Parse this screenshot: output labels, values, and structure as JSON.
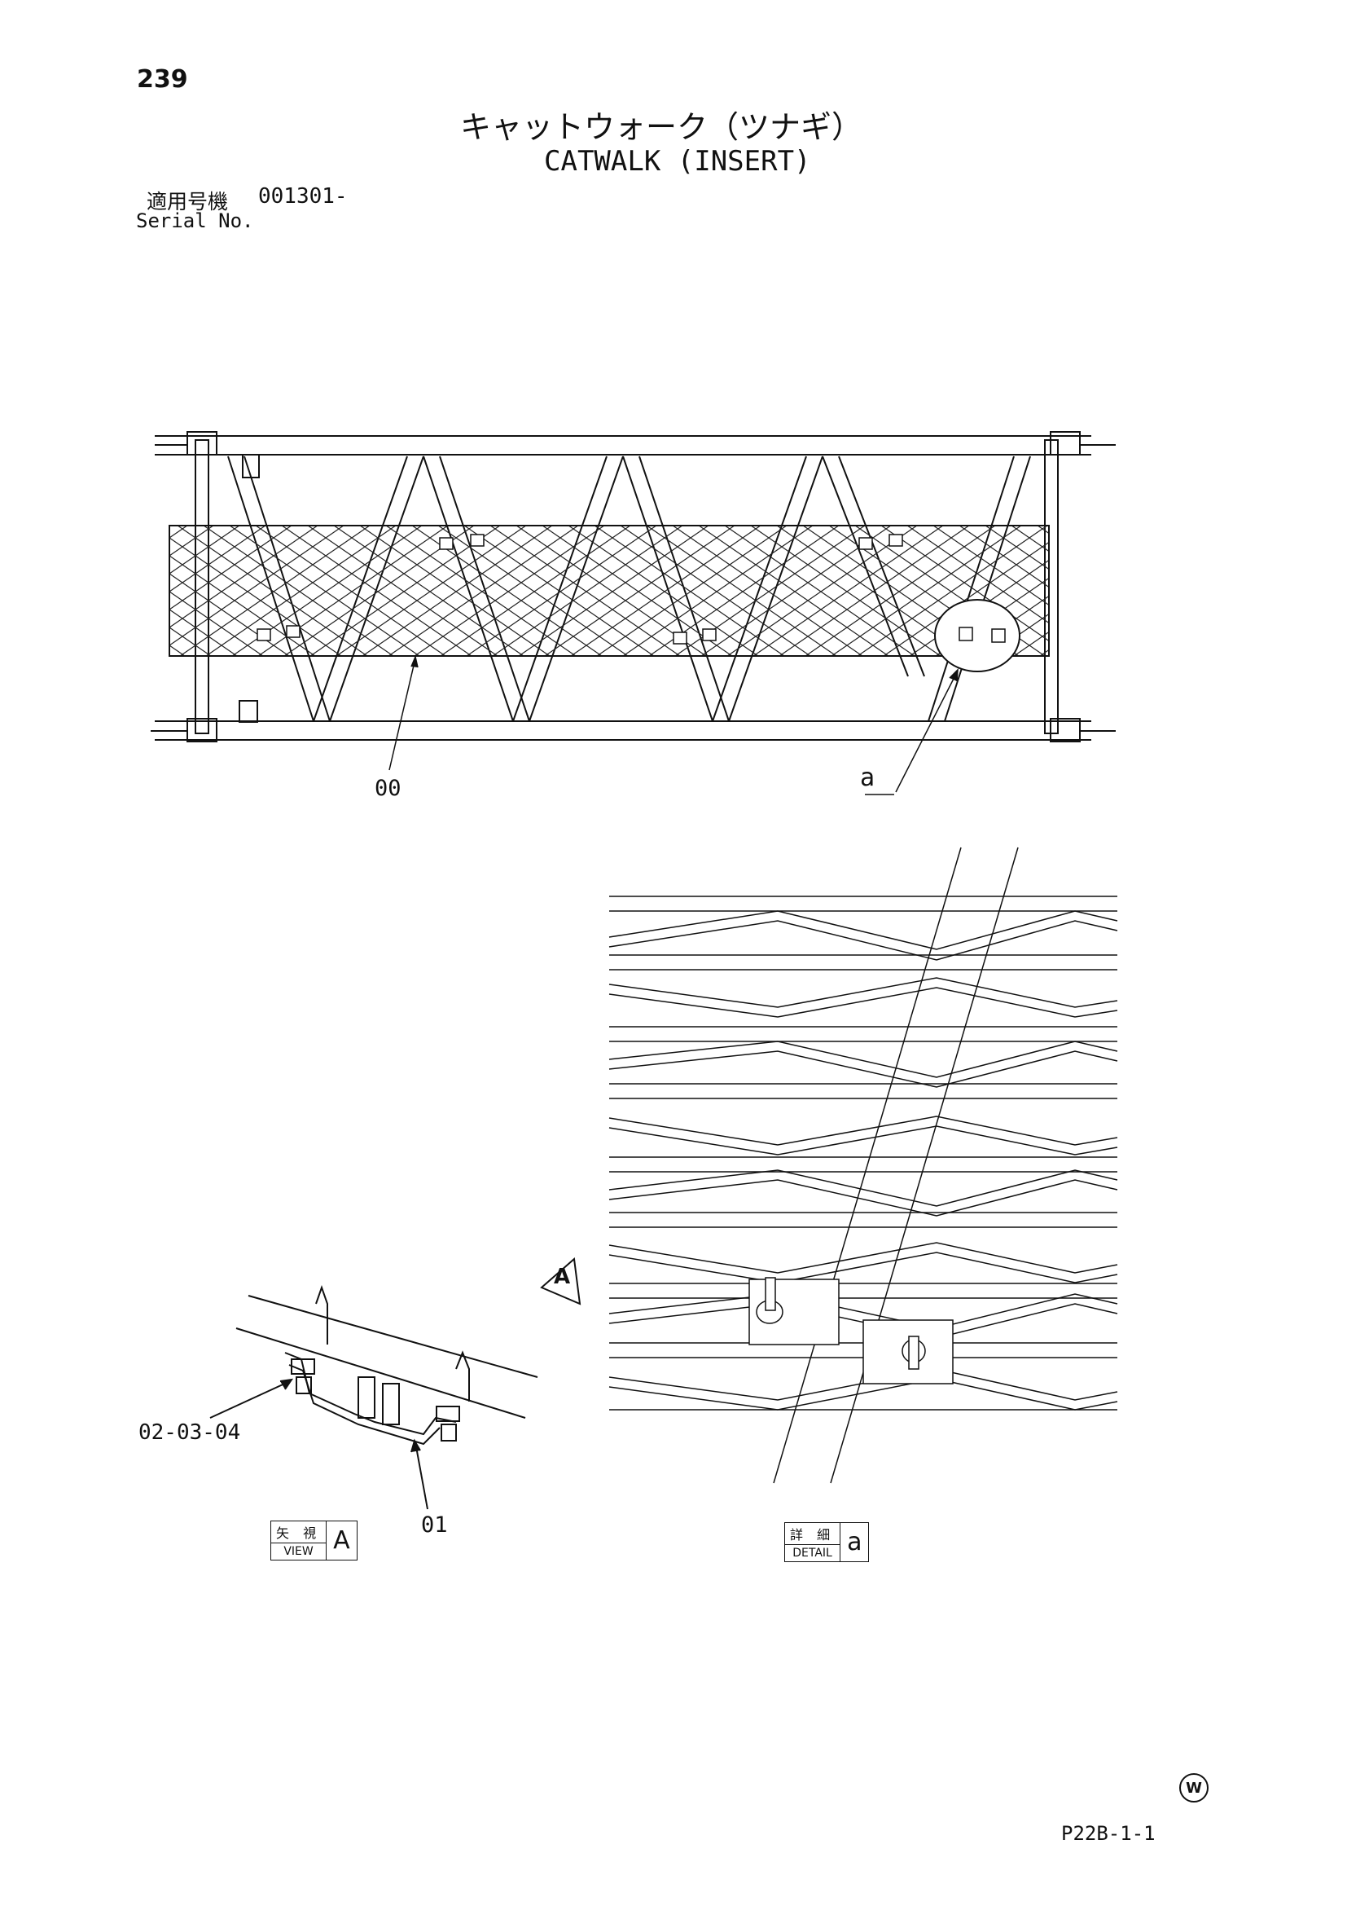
{
  "page": {
    "number": "239",
    "title_jp": "キャットウォーク（ツナギ）",
    "title_en": "CATWALK (INSERT)",
    "serial_label_jp": "適用号機",
    "serial_value": "001301-",
    "serial_label_en": "Serial No.",
    "page_code": "P22B-1-1",
    "corner_mark": "W"
  },
  "callouts": {
    "part_00": "00",
    "detail_a_pointer": "a",
    "part_02_03_04": "02-03-04",
    "part_01": "01",
    "view_arrow": "A"
  },
  "view_stamp": {
    "top": "矢 視",
    "bottom": "VIEW",
    "letter": "A"
  },
  "detail_stamp": {
    "top": "詳 細",
    "bottom": "DETAIL",
    "letter": "a"
  }
}
